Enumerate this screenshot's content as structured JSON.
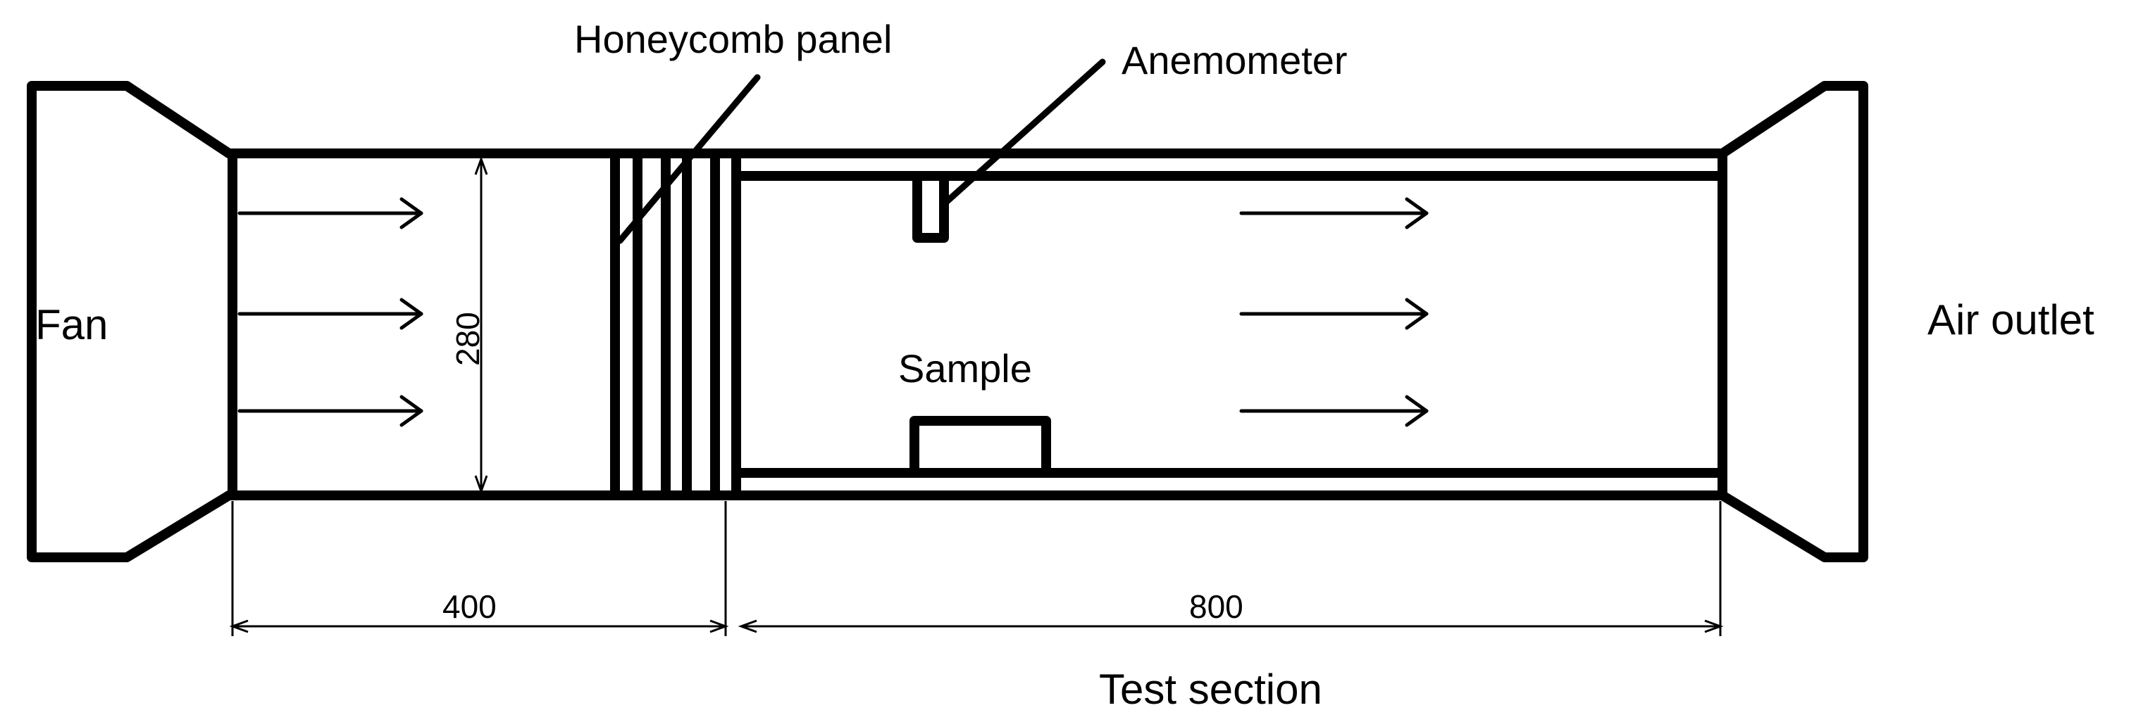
{
  "labels": {
    "fan": "Fan",
    "honeycomb": "Honeycomb panel",
    "anemometer": "Anemometer",
    "sample": "Sample",
    "air_outlet": "Air outlet",
    "test_section": "Test section"
  },
  "dimensions": {
    "height": "280",
    "inlet_length": "400",
    "test_length": "800"
  }
}
